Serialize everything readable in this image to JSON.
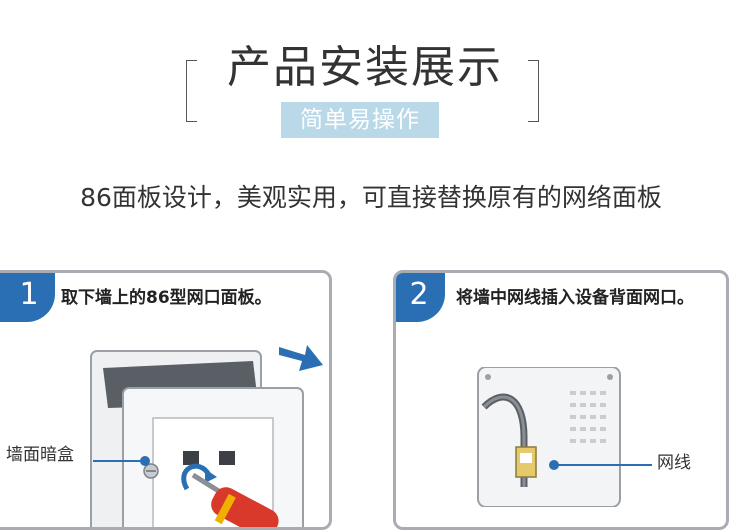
{
  "header": {
    "title": "产品安装展示",
    "subtitle": "简单易操作"
  },
  "tagline": "86面板设计，美观实用，可直接替换原有的网络面板",
  "steps": [
    {
      "number": "1",
      "text": "取下墙上的86型网口面板。",
      "callout": "墙面暗盒"
    },
    {
      "number": "2",
      "text": "将墙中网线插入设备背面网口。",
      "callout": "网线"
    }
  ],
  "colors": {
    "accent_blue": "#2a6fb3",
    "badge_bg": "#b9d9e9",
    "card_border": "#a9adb3",
    "screwdriver_red": "#d8392b"
  }
}
